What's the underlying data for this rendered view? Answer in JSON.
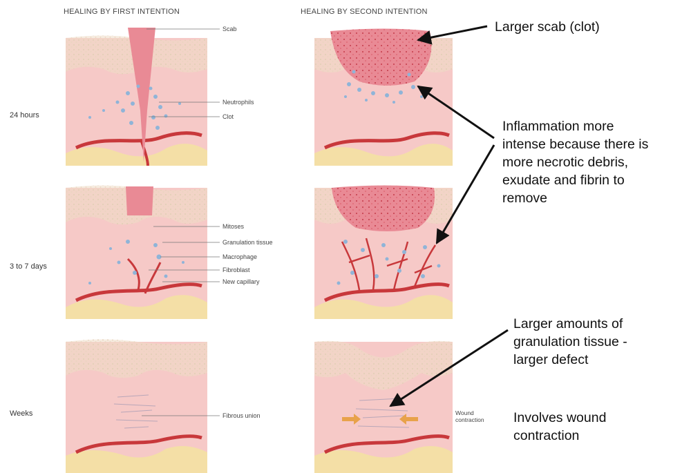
{
  "headers": {
    "first": "HEALING BY FIRST INTENTION",
    "second": "HEALING BY SECOND INTENTION"
  },
  "timepoints": [
    "24 hours",
    "3 to 7 days",
    "Weeks"
  ],
  "labels": {
    "scab": "Scab",
    "neutrophils": "Neutrophils",
    "clot": "Clot",
    "mitoses": "Mitoses",
    "granulation": "Granulation tissue",
    "macrophage": "Macrophage",
    "fibroblast": "Fibroblast",
    "capillary": "New capillary",
    "fibrous": "Fibrous union",
    "contraction_line1": "Wound",
    "contraction_line2": "contraction"
  },
  "annotations": {
    "scab": "Larger scab (clot)",
    "inflammation": [
      "Inflammation more",
      "intense because there is",
      "more necrotic debris,",
      "exudate and fibrin to",
      "remove"
    ],
    "granulation": [
      "Larger amounts of",
      "granulation tissue -",
      "larger defect"
    ],
    "contraction": [
      "Involves wound",
      "contraction"
    ]
  },
  "colors": {
    "dermis": "#f6c9c7",
    "epidermis": "#efdcc6",
    "fat": "#f4dfa6",
    "scab": "#e98a95",
    "vessel": "#c8383b",
    "cell": "#8fb4d8",
    "arrow_contraction": "#e8a24a"
  }
}
